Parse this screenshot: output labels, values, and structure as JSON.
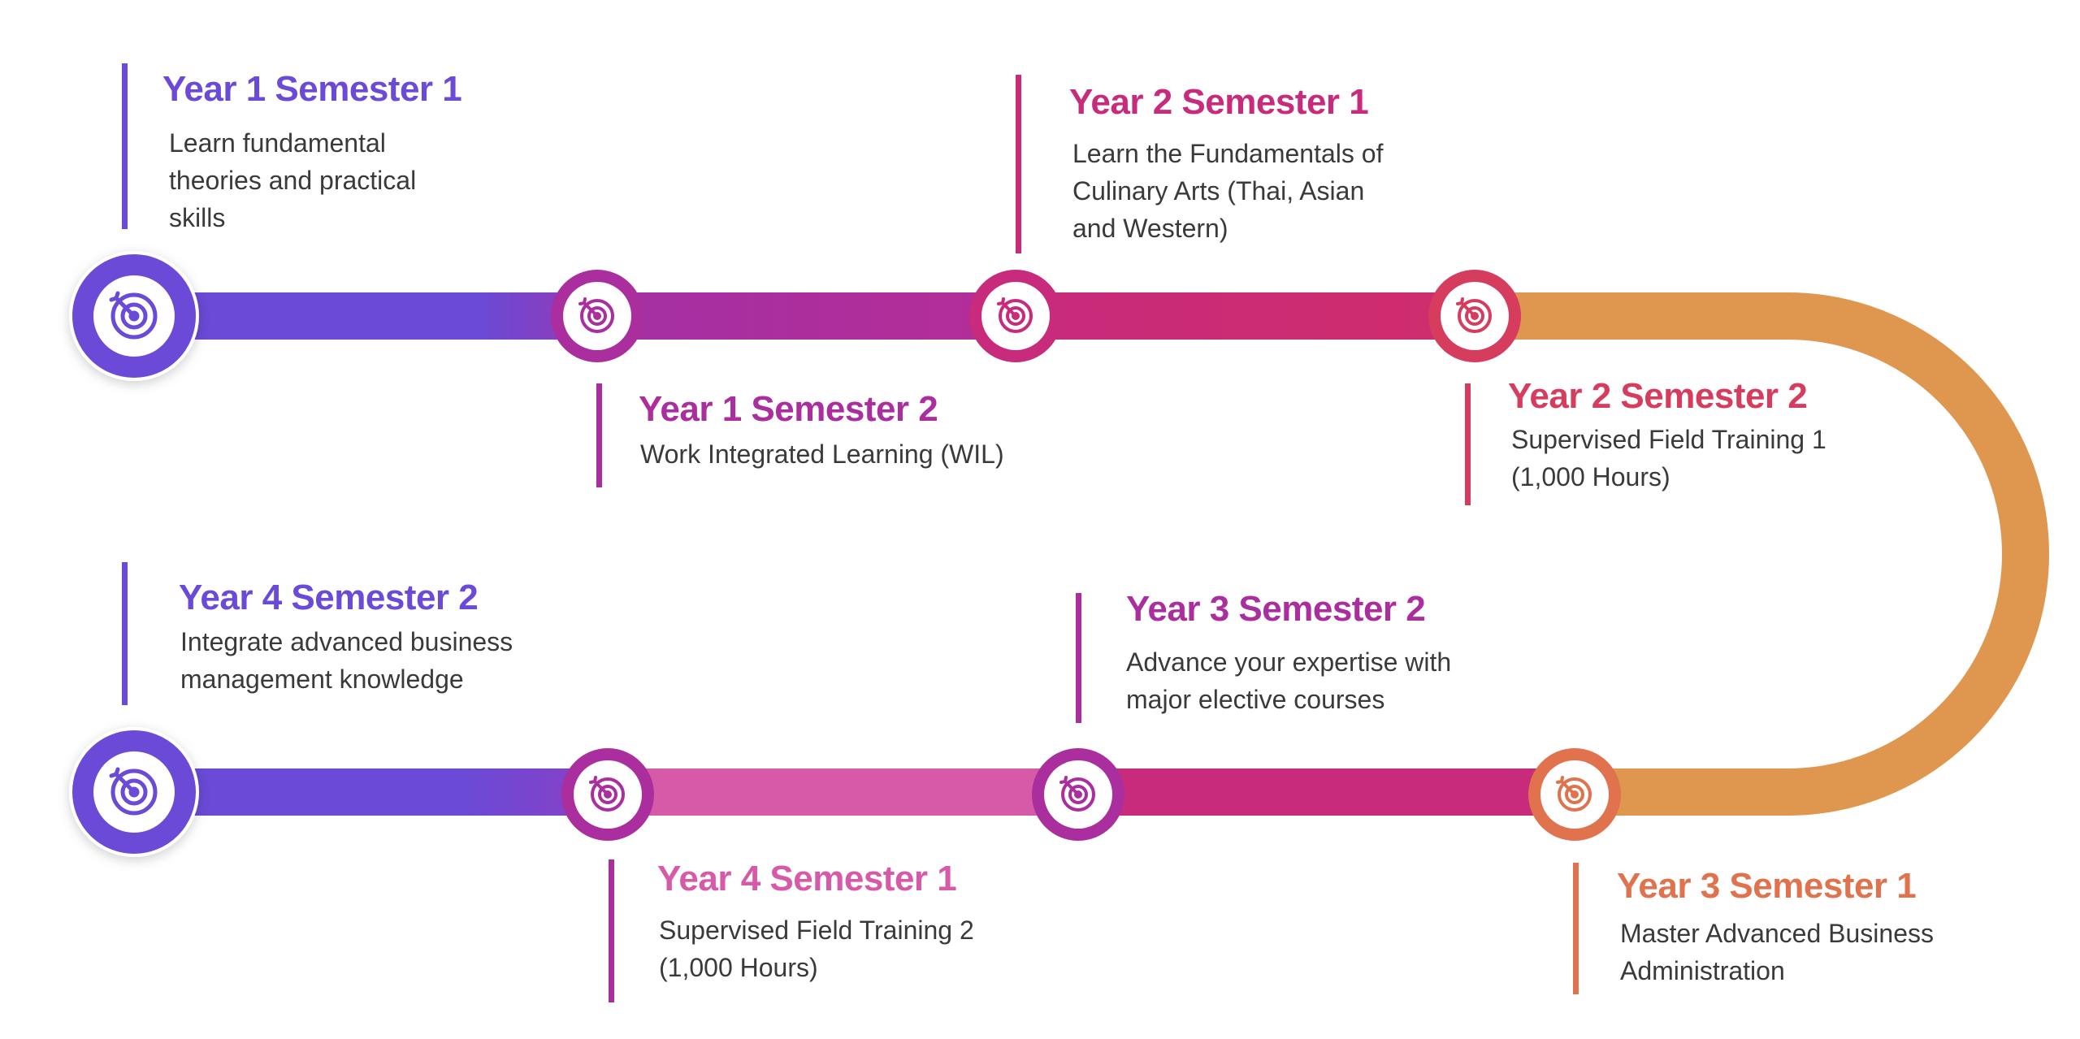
{
  "colors": {
    "purple": "#6a4ad6",
    "violet": "#ab2e9f",
    "magenta": "#c82a7c",
    "crimson": "#d63c5e",
    "pink": "#d65aa8",
    "coral": "#e0734d",
    "orange": "#df964f"
  },
  "marker_icon": "target-icon",
  "stages": [
    {
      "id": "y1s1",
      "title": "Year 1  Semester 1",
      "description": "Learn fundamental\ntheories and practical\nskills",
      "color": "#6a4ad6"
    },
    {
      "id": "y1s2",
      "title": "Year 1  Semester 2",
      "description": "Work Integrated Learning (WIL)",
      "color": "#ab2e9f"
    },
    {
      "id": "y2s1",
      "title": "Year 2  Semester 1",
      "description": "Learn the Fundamentals of\nCulinary Arts (Thai, Asian\nand Western)",
      "color": "#c82a7c"
    },
    {
      "id": "y2s2",
      "title": "Year 2  Semester 2",
      "description": "Supervised Field Training 1\n(1,000 Hours)",
      "color": "#d63c5e"
    },
    {
      "id": "y3s1",
      "title": "Year 3  Semester 1",
      "description": "Master Advanced Business\nAdministration",
      "color": "#e0734d"
    },
    {
      "id": "y3s2",
      "title": "Year 3 Semester 2",
      "description": "Advance your expertise with\nmajor elective courses",
      "color": "#ab2e9f"
    },
    {
      "id": "y4s1",
      "title": "Year 4  Semester 1",
      "description": "Supervised Field Training 2\n(1,000 Hours)",
      "color": "#d65aa8"
    },
    {
      "id": "y4s2",
      "title": "Year 4  Semester 2",
      "description": "Integrate advanced business\nmanagement knowledge",
      "color": "#6a4ad6"
    }
  ]
}
